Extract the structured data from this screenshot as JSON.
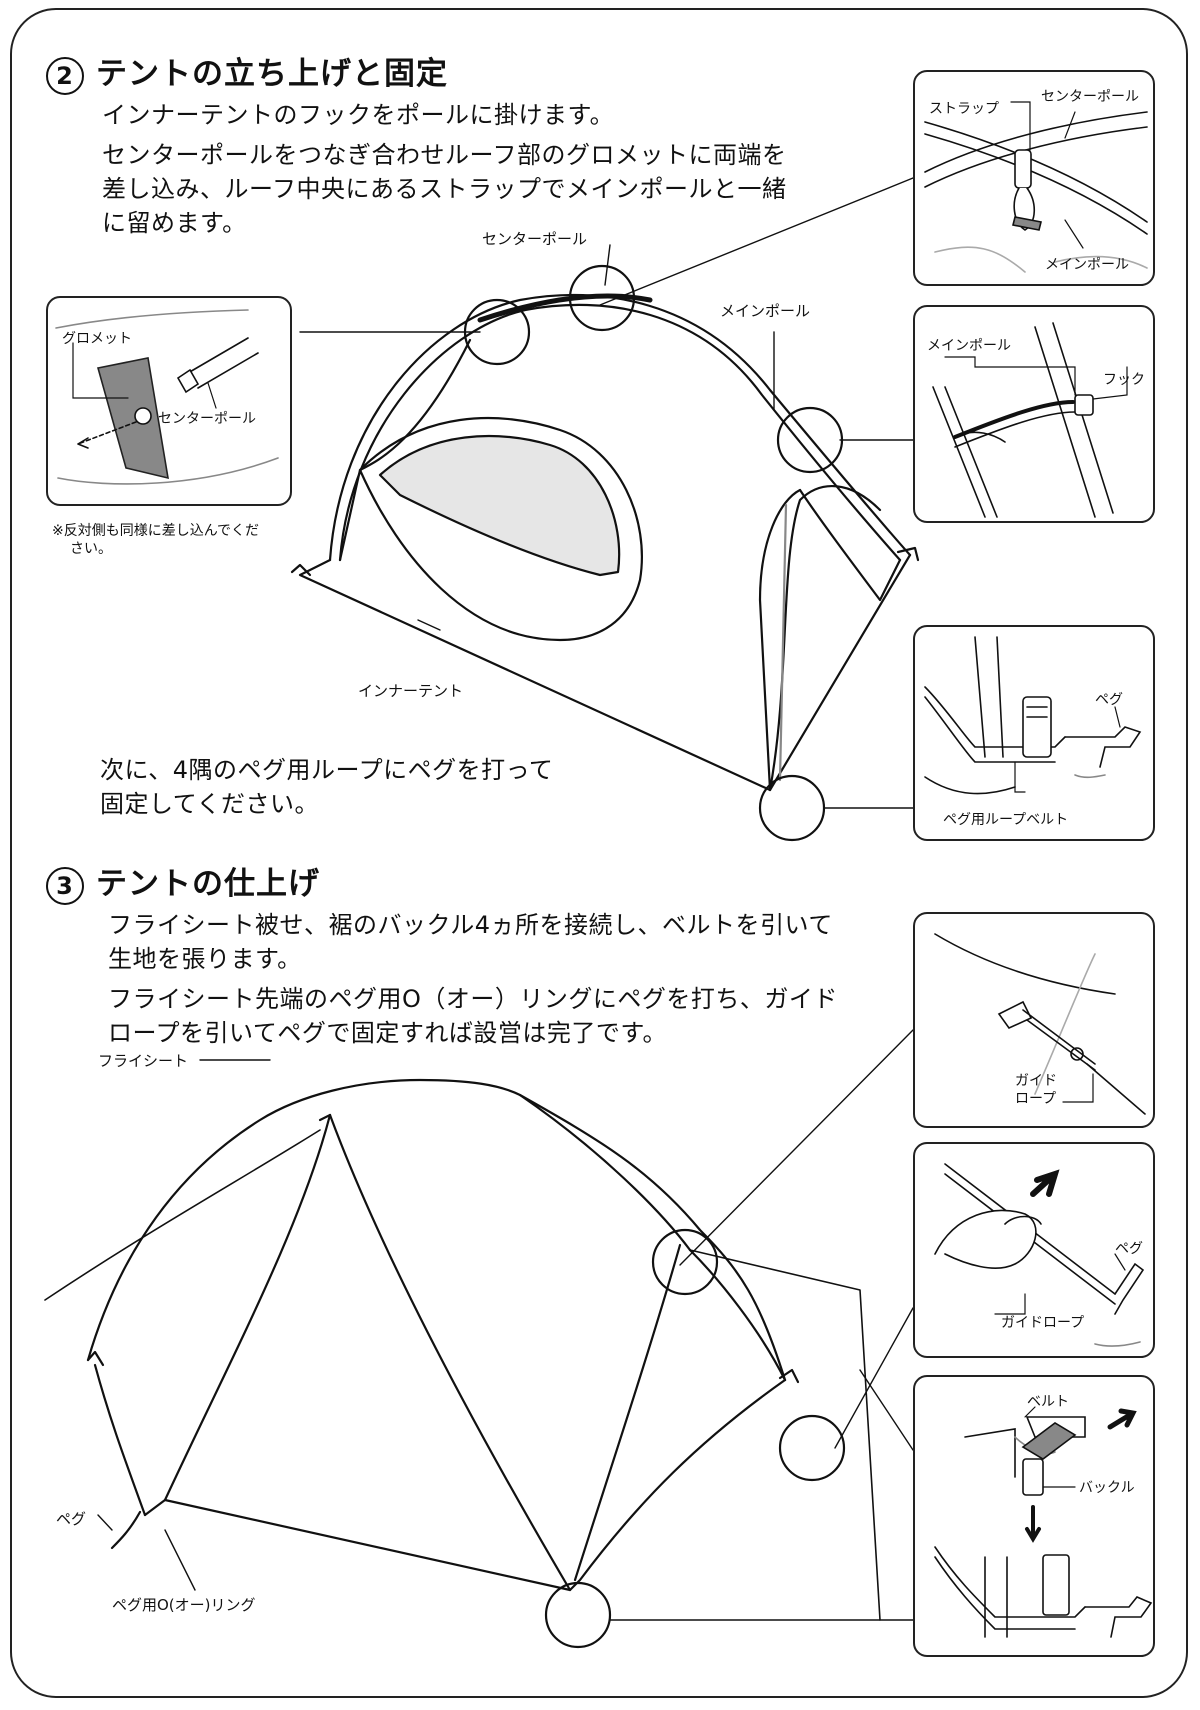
{
  "section2": {
    "number": "2",
    "title": "テントの立ち上げと固定",
    "para1": "インナーテントのフックをポールに掛けます。",
    "para2_line1": "センターポールをつなぎ合わせルーフ部のグロメットに両端を",
    "para2_line2": "差し込み、ルーフ中央にあるストラップでメインポールと一緒",
    "para2_line3": "に留めます。",
    "label_center_pole": "センターポール",
    "label_main_pole": "メインポール",
    "label_inner_tent": "インナーテント",
    "peg_line1": "次に、4隅のペグ用ループにペグを打って",
    "peg_line2": "固定してください。",
    "detail_grommet": {
      "label_grommet": "グロメット",
      "label_center_pole": "センターポール",
      "note_line1": "※反対側も同様に差し込んでくだ",
      "note_line2": "さい。"
    },
    "detail_strap": {
      "label_strap": "ストラップ",
      "label_center_pole": "センターポール",
      "label_main_pole": "メインポール"
    },
    "detail_hook": {
      "label_main_pole": "メインポール",
      "label_hook": "フック"
    },
    "detail_peg": {
      "label_peg": "ペグ",
      "label_loop_belt": "ペグ用ループベルト"
    }
  },
  "section3": {
    "number": "3",
    "title": "テントの仕上げ",
    "para1_line1": "フライシート被せ、裾のバックル4ヵ所を接続し、ベルトを引いて",
    "para1_line2": "生地を張ります。",
    "para2_line1": "フライシート先端のペグ用O（オー）リングにペグを打ち、ガイド",
    "para2_line2": "ロープを引いてペグで固定すれば設営は完了です。",
    "label_flysheet": "フライシート",
    "label_peg": "ペグ",
    "label_o_ring": "ペグ用O(オー)リング",
    "detail_guy": {
      "label_guy_line1": "ガイド",
      "label_guy_line2": "ロープ"
    },
    "detail_guy_peg": {
      "label_peg": "ペグ",
      "label_guy_rope": "ガイドロープ"
    },
    "detail_buckle": {
      "label_belt": "ベルト",
      "label_buckle": "バックル"
    }
  }
}
